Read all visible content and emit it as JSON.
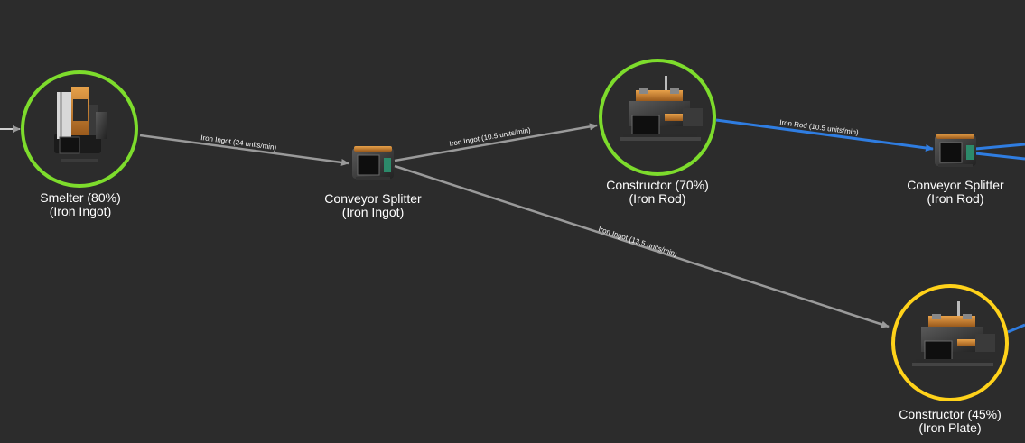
{
  "nodes": {
    "smelter": {
      "name": "Smelter (80%)",
      "product": "(Iron Ingot)",
      "ring_color": "#7ddc2c",
      "icon": "smelter-icon"
    },
    "splitter_ingot": {
      "name": "Conveyor Splitter",
      "product": "(Iron Ingot)",
      "icon": "conveyor-splitter-icon"
    },
    "constructor_rod": {
      "name": "Constructor (70%)",
      "product": "(Iron Rod)",
      "ring_color": "#7ddc2c",
      "icon": "constructor-icon"
    },
    "splitter_rod": {
      "name": "Conveyor Splitter",
      "product": "(Iron Rod)",
      "icon": "conveyor-splitter-icon"
    },
    "constructor_plate": {
      "name": "Constructor (45%)",
      "product": "(Iron Plate)",
      "ring_color": "#ffd21a",
      "icon": "constructor-icon"
    }
  },
  "edges": {
    "smelter_to_splitter": {
      "label": "Iron Ingot (24 units/min)",
      "color": "#9a9a9a"
    },
    "splitter_to_rod": {
      "label": "Iron Ingot (10.5 units/min)",
      "color": "#9a9a9a"
    },
    "splitter_to_plate": {
      "label": "Iron Ingot (13.5 units/min)",
      "color": "#9a9a9a"
    },
    "rod_to_splitter": {
      "label": "Iron Rod (10.5 units/min)",
      "color": "#2f7de1"
    }
  }
}
